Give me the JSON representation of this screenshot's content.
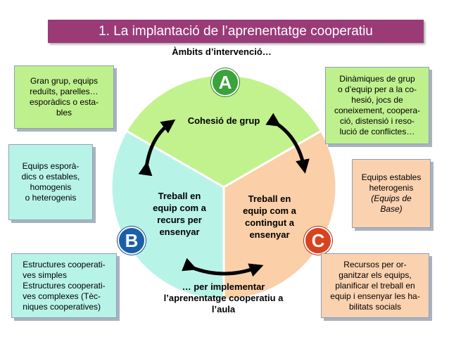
{
  "title": "1. La implantació de l’aprenentatge cooperatiu",
  "heading": "Àmbits d’intervenció…",
  "footer": [
    "… per implementar",
    "l’aprenentatge cooperatiu a",
    "l’aula"
  ],
  "segments": {
    "a": {
      "badge": "A",
      "label": [
        "Cohesió de grup"
      ]
    },
    "b": {
      "badge": "B",
      "label": [
        "Treball en",
        "equip com a",
        "recurs per",
        "ensenyar"
      ]
    },
    "c": {
      "badge": "C",
      "label": [
        "Treball en",
        "equip com a",
        "contingut a",
        "ensenyar"
      ]
    }
  },
  "boxes": {
    "top_left": [
      "Gran grup, equips",
      "reduïts, parelles…",
      "esporàdics o esta-",
      "bles"
    ],
    "mid_left": [
      "Equips esporà-",
      "dics o estables,",
      "homogenis",
      "o heterogenis"
    ],
    "bottom_left": [
      "Estructures cooperati-",
      "ves simples",
      "Estructures cooperati-",
      "ves complexes (Tèc-",
      "niques cooperatives)"
    ],
    "top_right": [
      "Dinàmiques de grup",
      "o d’equip per a la co-",
      "hesió, jocs de",
      "coneixement, coopera-",
      "ció, distensió i reso-",
      "lució de conflictes…"
    ],
    "mid_right": [
      "Equips estables",
      "heterogenis",
      "(Equips de",
      "Base)"
    ],
    "bottom_right": [
      "Recursos per or-",
      "ganitzar els equips,",
      "planificar el treball en",
      "equip i ensenyar les ha-",
      "bilitats socials"
    ]
  },
  "colors": {
    "title_bg": "#9a3b78",
    "segment_a": "#c2f28e",
    "segment_b": "#b8f3e8",
    "segment_c": "#fbcfa8",
    "badge_a": "#3aa33a",
    "badge_b": "#1b5fa8",
    "badge_c": "#d8421e"
  }
}
